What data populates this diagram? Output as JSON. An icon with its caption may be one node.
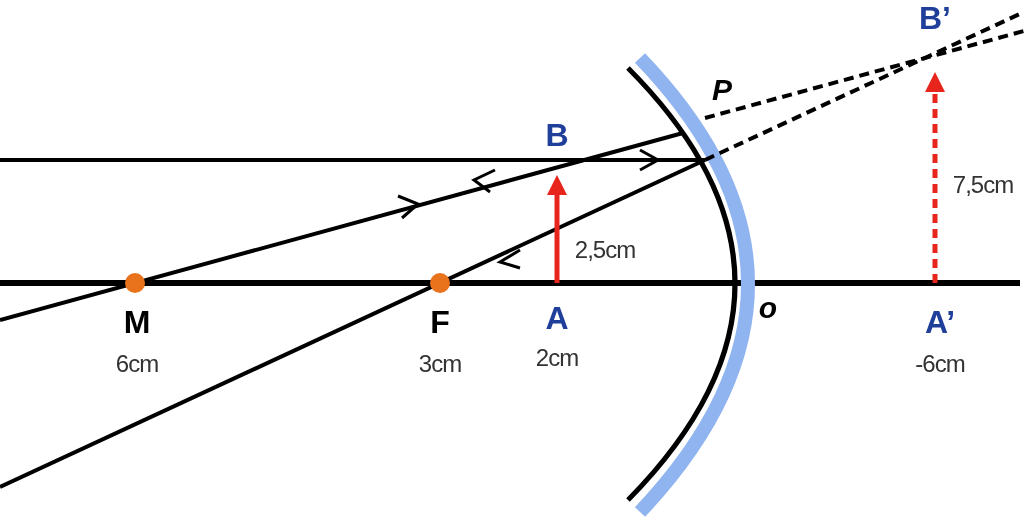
{
  "diagram": {
    "labels": [
      "B’",
      "P",
      "B",
      "7,5cm",
      "2,5cm",
      "M",
      "F",
      "A",
      "o",
      "A’",
      "6cm",
      "3cm",
      "2cm",
      "-6cm"
    ]
  }
}
